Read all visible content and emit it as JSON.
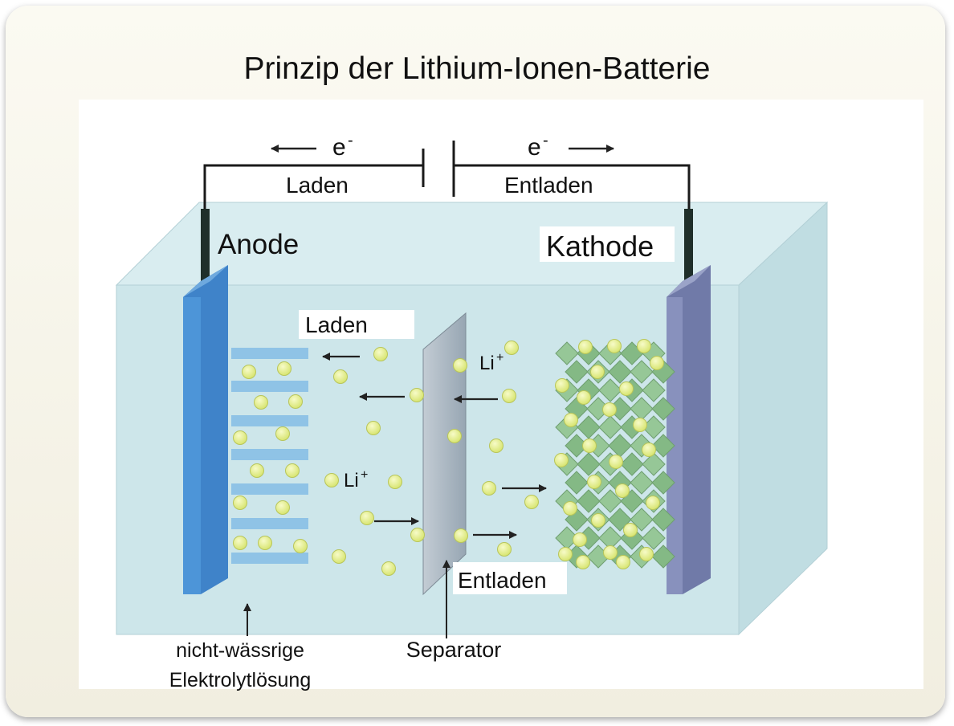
{
  "title": "Prinzip der Lithium-Ionen-Batterie",
  "labels": {
    "electron_left": "e",
    "electron_right": "e",
    "electron_superscript": "-",
    "charge_top": "Laden",
    "discharge_top": "Entladen",
    "anode": "Anode",
    "cathode": "Kathode",
    "charge_inner": "Laden",
    "discharge_inner": "Entladen",
    "li_ion_left": "Li",
    "li_ion_right": "Li",
    "li_superscript": "+",
    "electrolyte_line1": "nicht-wässrige",
    "electrolyte_line2": "Elektrolytlösung",
    "separator": "Separator"
  },
  "colors": {
    "electrolyte": "#cfe6ea",
    "anode": "#4b8fd0",
    "cathode": "#7f89b4",
    "ion": "#e4ee8a",
    "cathode_crystal": "#8cbf8c",
    "separator": "#a9b8c4"
  }
}
